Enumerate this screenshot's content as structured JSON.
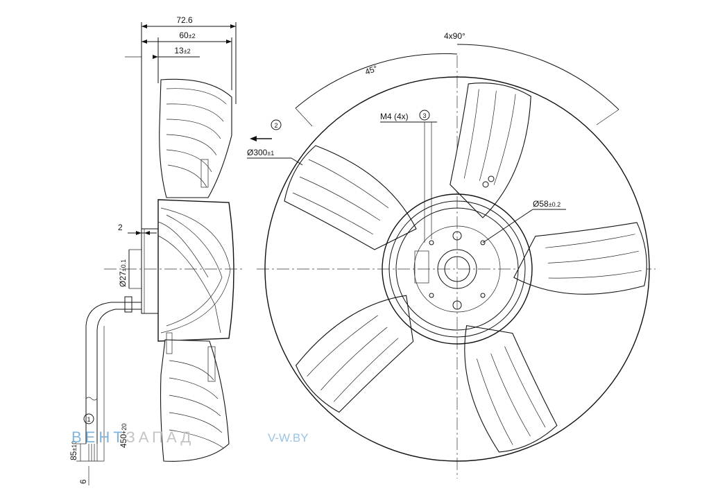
{
  "dimensions": {
    "overall_depth": "72.6",
    "blade_depth": "60",
    "blade_depth_tol": "±2",
    "front_offset": "13",
    "front_offset_tol": "±2",
    "shaft_offset": "2",
    "hub_diameter": "Ø27",
    "hub_diameter_tol": "±0.1",
    "cable_end": "85",
    "cable_end_tol": "±10",
    "cable_length": "450",
    "cable_length_tol": "+20",
    "strip_length": "6",
    "fan_diameter": "Ø300",
    "fan_diameter_tol": "±1",
    "rotor_diameter": "Ø58",
    "rotor_diameter_tol": "±0.2",
    "angle_blades": "45°",
    "angle_holes": "4x90°",
    "thread": "M4 (4x)"
  },
  "callouts": {
    "one": "1",
    "two": "2",
    "three": "3"
  },
  "watermark": {
    "brand_a": "ВЕНТ",
    "brand_b": "ЗАПАД",
    "site": "V-W.BY"
  }
}
